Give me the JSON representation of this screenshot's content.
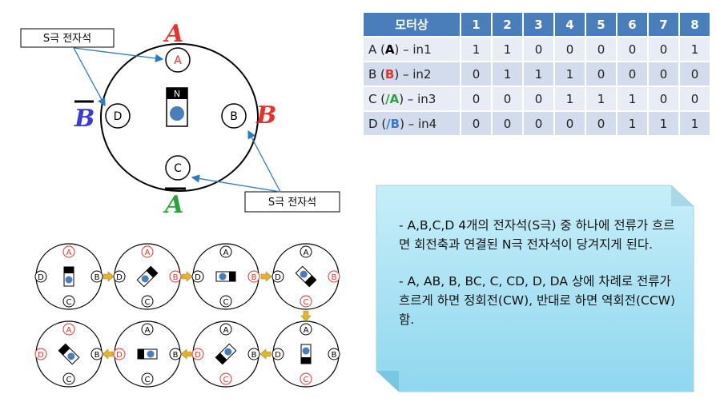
{
  "callouts": {
    "top": "S극 전자석",
    "bottom": "S극 전자석"
  },
  "motor": {
    "letters": {
      "A": {
        "text": "A",
        "color": "#e8312a"
      },
      "A_bar": {
        "text": "A",
        "color": "#2ea23a"
      },
      "B": {
        "text": "B",
        "color": "#e8312a"
      },
      "B_bar": {
        "text": "B",
        "color": "#3a3ad6"
      }
    },
    "poles": {
      "A": "A",
      "B": "B",
      "C": "C",
      "D": "D"
    },
    "rotor_label": "N"
  },
  "table": {
    "header": [
      "모터상",
      "1",
      "2",
      "3",
      "4",
      "5",
      "6",
      "7",
      "8"
    ],
    "rows": [
      {
        "pre": "A (",
        "phase": "A",
        "phase_color": "#000000",
        "post": ") – in1",
        "values": [
          "1",
          "1",
          "0",
          "0",
          "0",
          "0",
          "0",
          "1"
        ]
      },
      {
        "pre": "B (",
        "phase": "B",
        "phase_color": "#e8312a",
        "post": ") – in2",
        "values": [
          "0",
          "1",
          "1",
          "1",
          "0",
          "0",
          "0",
          "0"
        ]
      },
      {
        "pre": "C (",
        "phase": "/A",
        "phase_color": "#2ea23a",
        "post": ") – in3",
        "values": [
          "0",
          "0",
          "0",
          "1",
          "1",
          "1",
          "0",
          "0"
        ]
      },
      {
        "pre": "D (",
        "phase": "/B",
        "phase_color": "#3a7ad6",
        "post": ") – in4",
        "values": [
          "0",
          "0",
          "0",
          "0",
          "0",
          "1",
          "1",
          "1"
        ]
      }
    ]
  },
  "note": {
    "para1": "- A,B,C,D 4개의 전자석(S극) 중 하나에 전류가 흐르면 회전축과 연결된 N극 전자석이 당겨지게 된다.",
    "para2": "- A, AB, B, BC, C, CD, D, DA 상에 차례로 전류가 흐르게 하면 정회전(CW), 반대로 하면 역회전(CCW)함."
  },
  "sequence": {
    "active_color": "#e8312a",
    "rotor_angles_deg": [
      0,
      45,
      90,
      135,
      180,
      225,
      270,
      315
    ]
  }
}
